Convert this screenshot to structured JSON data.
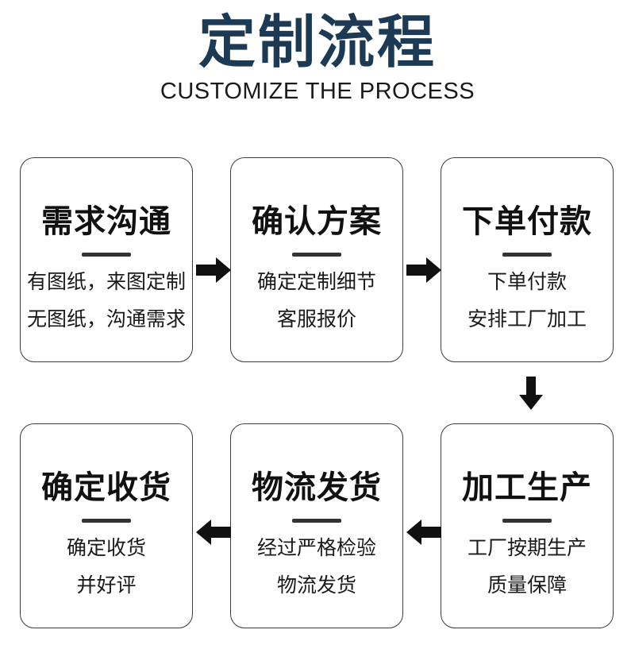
{
  "header": {
    "title": "定制流程",
    "subtitle": "CUSTOMIZE THE PROCESS"
  },
  "steps": [
    {
      "title": "需求沟通",
      "lines": [
        "有图纸，来图定制",
        "无图纸，沟通需求"
      ]
    },
    {
      "title": "确认方案",
      "lines": [
        "确定定制细节",
        "客服报价"
      ]
    },
    {
      "title": "下单付款",
      "lines": [
        "下单付款",
        "安排工厂加工"
      ]
    },
    {
      "title": "加工生产",
      "lines": [
        "工厂按期生产",
        "质量保障"
      ]
    },
    {
      "title": "物流发货",
      "lines": [
        "经过严格检验",
        "物流发货"
      ]
    },
    {
      "title": "确定收货",
      "lines": [
        "确定收货",
        "并好评"
      ]
    }
  ],
  "flow": {
    "arrow_directions": [
      "right",
      "right",
      "down",
      "left",
      "left"
    ]
  },
  "colors": {
    "title": "#1c3a54",
    "heading_text": "#111111",
    "body_text": "#1a1a1a",
    "arrow": "#111111",
    "card_border": "#3c3c3c",
    "background": "#ffffff"
  }
}
